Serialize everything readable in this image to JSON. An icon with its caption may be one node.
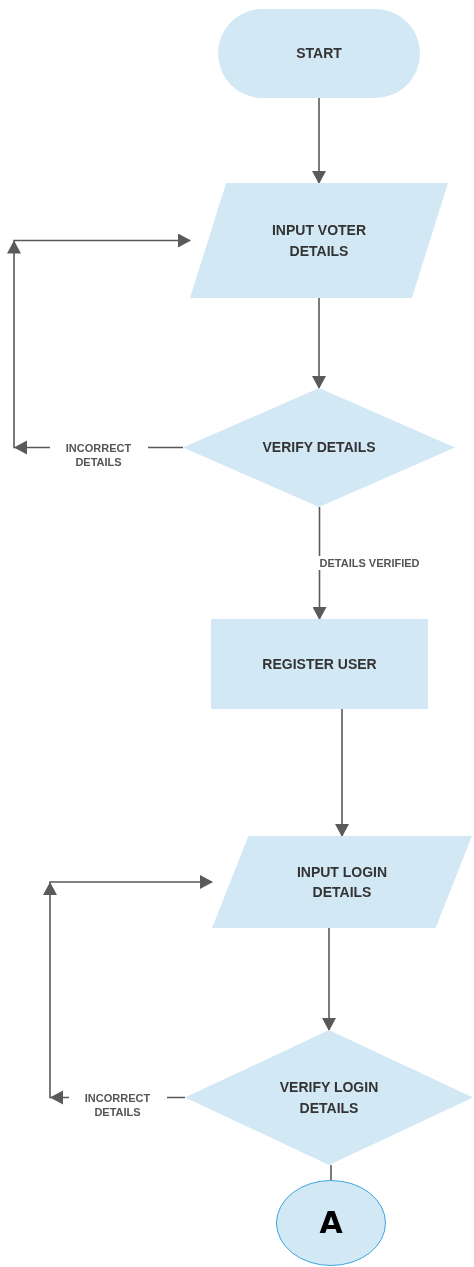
{
  "diagram": {
    "nodes": [
      {
        "text": [
          "START"
        ]
      },
      {
        "text": [
          "INPUT VOTER DETAILS"
        ]
      },
      {
        "text": [
          "VERIFY DETAILS"
        ]
      },
      {
        "text": [
          "REGISTER USER"
        ]
      },
      {
        "text": [
          "INPUT LOGIN DETAILS"
        ]
      },
      {
        "text": [
          "VERIFY LOGIN DETAILS"
        ]
      },
      {
        "text": [
          "A"
        ]
      }
    ],
    "edges": [
      {
        "from": 0,
        "to": 1,
        "arrow": "to"
      },
      {
        "from": 1,
        "to": 2,
        "arrow": "to"
      },
      {
        "from": 2,
        "to": 1,
        "arrow": "to",
        "label": "INCORRECT DETAILS"
      },
      {
        "from": 2,
        "to": 3,
        "arrow": "to",
        "label": "DETAILS VERIFIED"
      },
      {
        "from": 3,
        "to": 4,
        "arrow": "to"
      },
      {
        "from": 4,
        "to": 5,
        "arrow": "to"
      },
      {
        "from": 5,
        "to": 4,
        "arrow": "to",
        "label": "INCORRECT DETAILS"
      },
      {
        "from": 5,
        "to": 6,
        "arrow": "none"
      }
    ]
  }
}
